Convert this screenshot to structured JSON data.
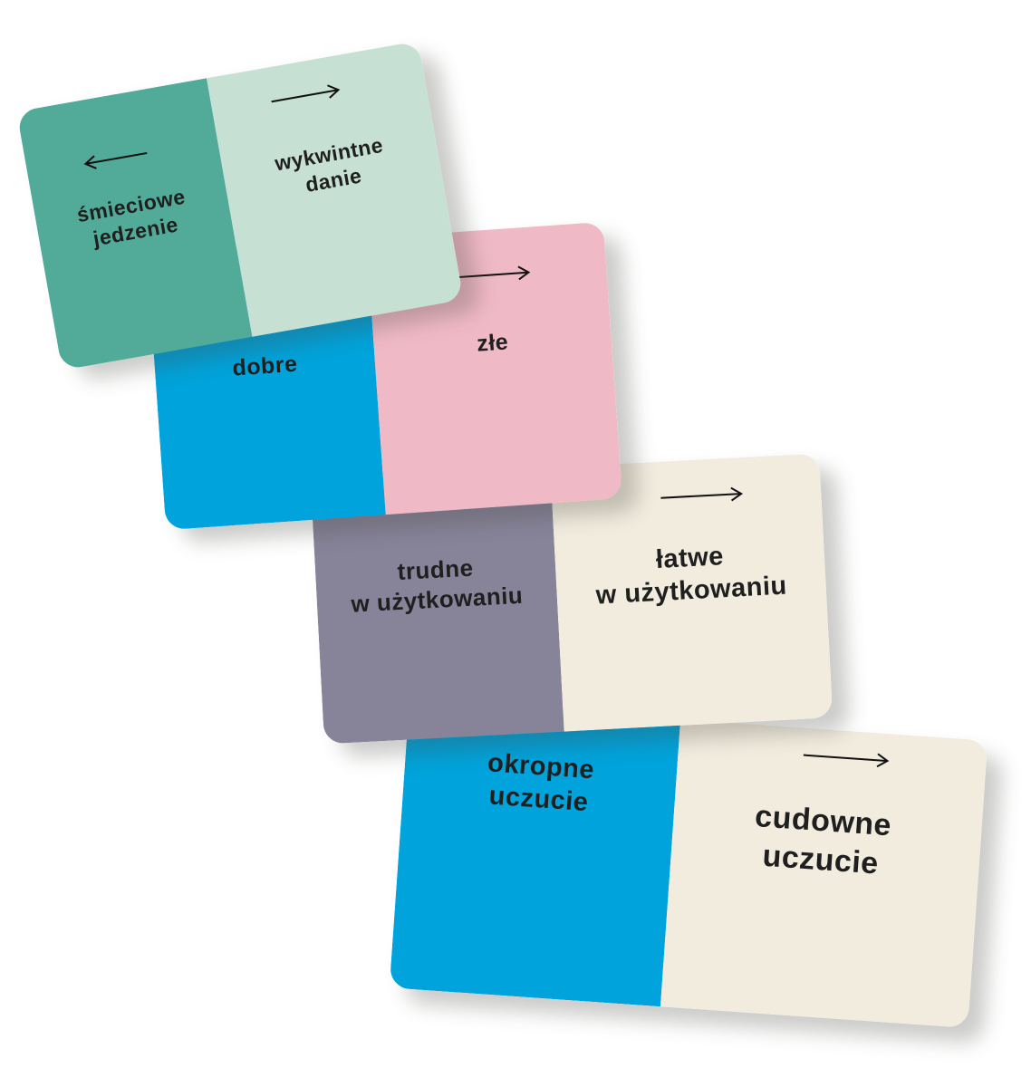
{
  "cards": [
    {
      "left": {
        "text": "okropne\nuczucie",
        "color": "#00a3db"
      },
      "right": {
        "text": "cudowne\nuczucie",
        "color": "#f2ecdf"
      },
      "arrow_direction": "right"
    },
    {
      "left": {
        "text": "trudne\nw użytkowaniu",
        "color": "#878399"
      },
      "right": {
        "text": "łatwe\nw użytkowaniu",
        "color": "#f2ecdf"
      },
      "arrow_direction": "right"
    },
    {
      "left": {
        "text": "dobre",
        "color": "#00a3db"
      },
      "right": {
        "text": "złe",
        "color": "#f0b9c6"
      },
      "arrow_direction": "right"
    },
    {
      "left": {
        "text": "śmieciowe\njedzenie",
        "color": "#52ab98"
      },
      "right": {
        "text": "wykwintne\ndanie",
        "color": "#c6e1d3"
      },
      "arrow_direction": "both"
    }
  ],
  "icons": {
    "arrow_right": "arrow-right-icon",
    "arrow_left": "arrow-left-icon"
  }
}
